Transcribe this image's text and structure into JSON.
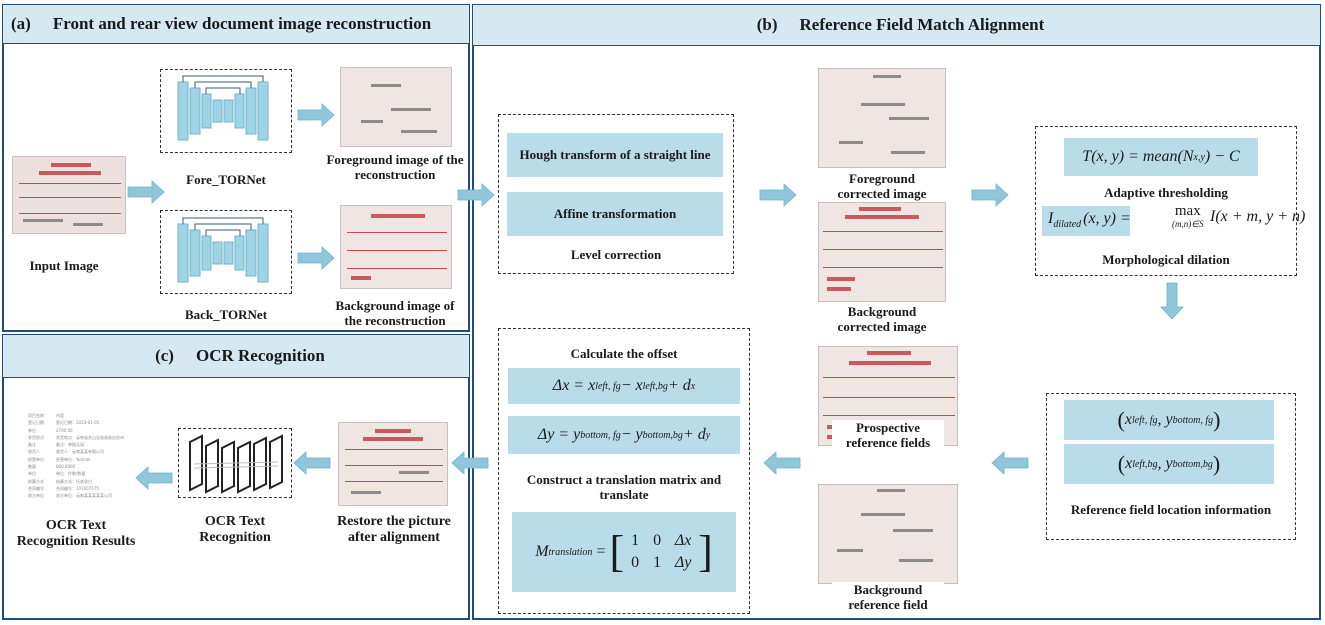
{
  "panels": {
    "a": {
      "tag": "(a)",
      "title": "Front and rear view document image reconstruction"
    },
    "b": {
      "tag": "(b)",
      "title": "Reference Field Match Alignment"
    },
    "c": {
      "tag": "(c)",
      "title": "OCR Recognition"
    }
  },
  "section_a": {
    "input_label": "Input Image",
    "fore_net": "Fore_TORNet",
    "back_net": "Back_TORNet",
    "foreground_out": "Foreground image of the reconstruction",
    "background_out": "Background image of the reconstruction"
  },
  "section_b": {
    "hough": "Hough transform of a straight line",
    "affine": "Affine transformation",
    "level": "Level correction",
    "fg_corrected": "Foreground corrected image",
    "bg_corrected": "Background corrected image",
    "adaptive_formula_lhs": "T(x, y)",
    "adaptive_formula_rhs": "= mean(N",
    "adaptive_formula_sub": "x,y",
    "adaptive_formula_tail": ") − C",
    "adaptive_label": "Adaptive thresholding",
    "dilation_lhs": "I",
    "dilation_lhs_sub": "dilated",
    "dilation_mid": "(x, y) = ",
    "dilation_max": "max",
    "dilation_max_sub": "(m,n)∈S",
    "dilation_rhs": "I(x + m, y + n)",
    "dilation_label": "Morphological dilation",
    "ref_fg": "(x",
    "ref_fg_sub1": "left, fg",
    "ref_fg_mid": ", y",
    "ref_fg_sub2": "bottom, fg",
    "ref_bg_sub1": "left,bg",
    "ref_bg_sub2": "bottom,bg",
    "ref_location_label": "Reference field location information",
    "prospective_label": "Prospective reference fields",
    "bg_ref_label": "Background reference field",
    "offset_title": "Calculate the offset",
    "dx_formula": "Δx = x",
    "dx_sub1": "left, fg",
    "dx_mid": " − x",
    "dx_sub2": "left,bg",
    "dx_tail": " + d",
    "dx_sub3": "x",
    "dy_formula": "Δy = y",
    "dy_sub1": "bottom, fg",
    "dy_mid": " − y",
    "dy_sub2": "bottom,bg",
    "dy_tail": " + d",
    "dy_sub3": "y",
    "translate_title": "Construct a translation matrix and translate",
    "matrix_lhs": "M",
    "matrix_sub": "translation",
    "matrix_row1": [
      "1",
      "0",
      "Δx"
    ],
    "matrix_row2": [
      "0",
      "1",
      "Δy"
    ]
  },
  "section_c": {
    "restore_label": "Restore the picture after alignment",
    "ocr_label": "OCR Text Recognition",
    "results_label": "OCR Text Recognition Results",
    "result_rows": [
      [
        "项目名称",
        "内容"
      ],
      [
        "登记日期",
        "登记日期：2023-01-05"
      ],
      [
        "单位",
        "2700.00"
      ],
      [
        "发货地点",
        "发货地点：云南省文山壮族苗族自治州"
      ],
      [
        "备注",
        "备注：单据无误"
      ],
      [
        "收货人",
        "收货人：云南某某有限公司"
      ],
      [
        "经营单位",
        "经营单位：Yunnan"
      ],
      [
        "数量",
        "660.0000"
      ],
      [
        "单位",
        "单位：件数/数量"
      ],
      [
        "结算方式",
        "结算方式：托收承付"
      ],
      [
        "合同编号",
        "合同编号：101007175"
      ],
      [
        "收方单位",
        "收方单位：云南某某某某某公司"
      ]
    ]
  },
  "colors": {
    "accent": "#8fc6da",
    "header": "#d6e9f3",
    "border": "#1f4e79"
  }
}
